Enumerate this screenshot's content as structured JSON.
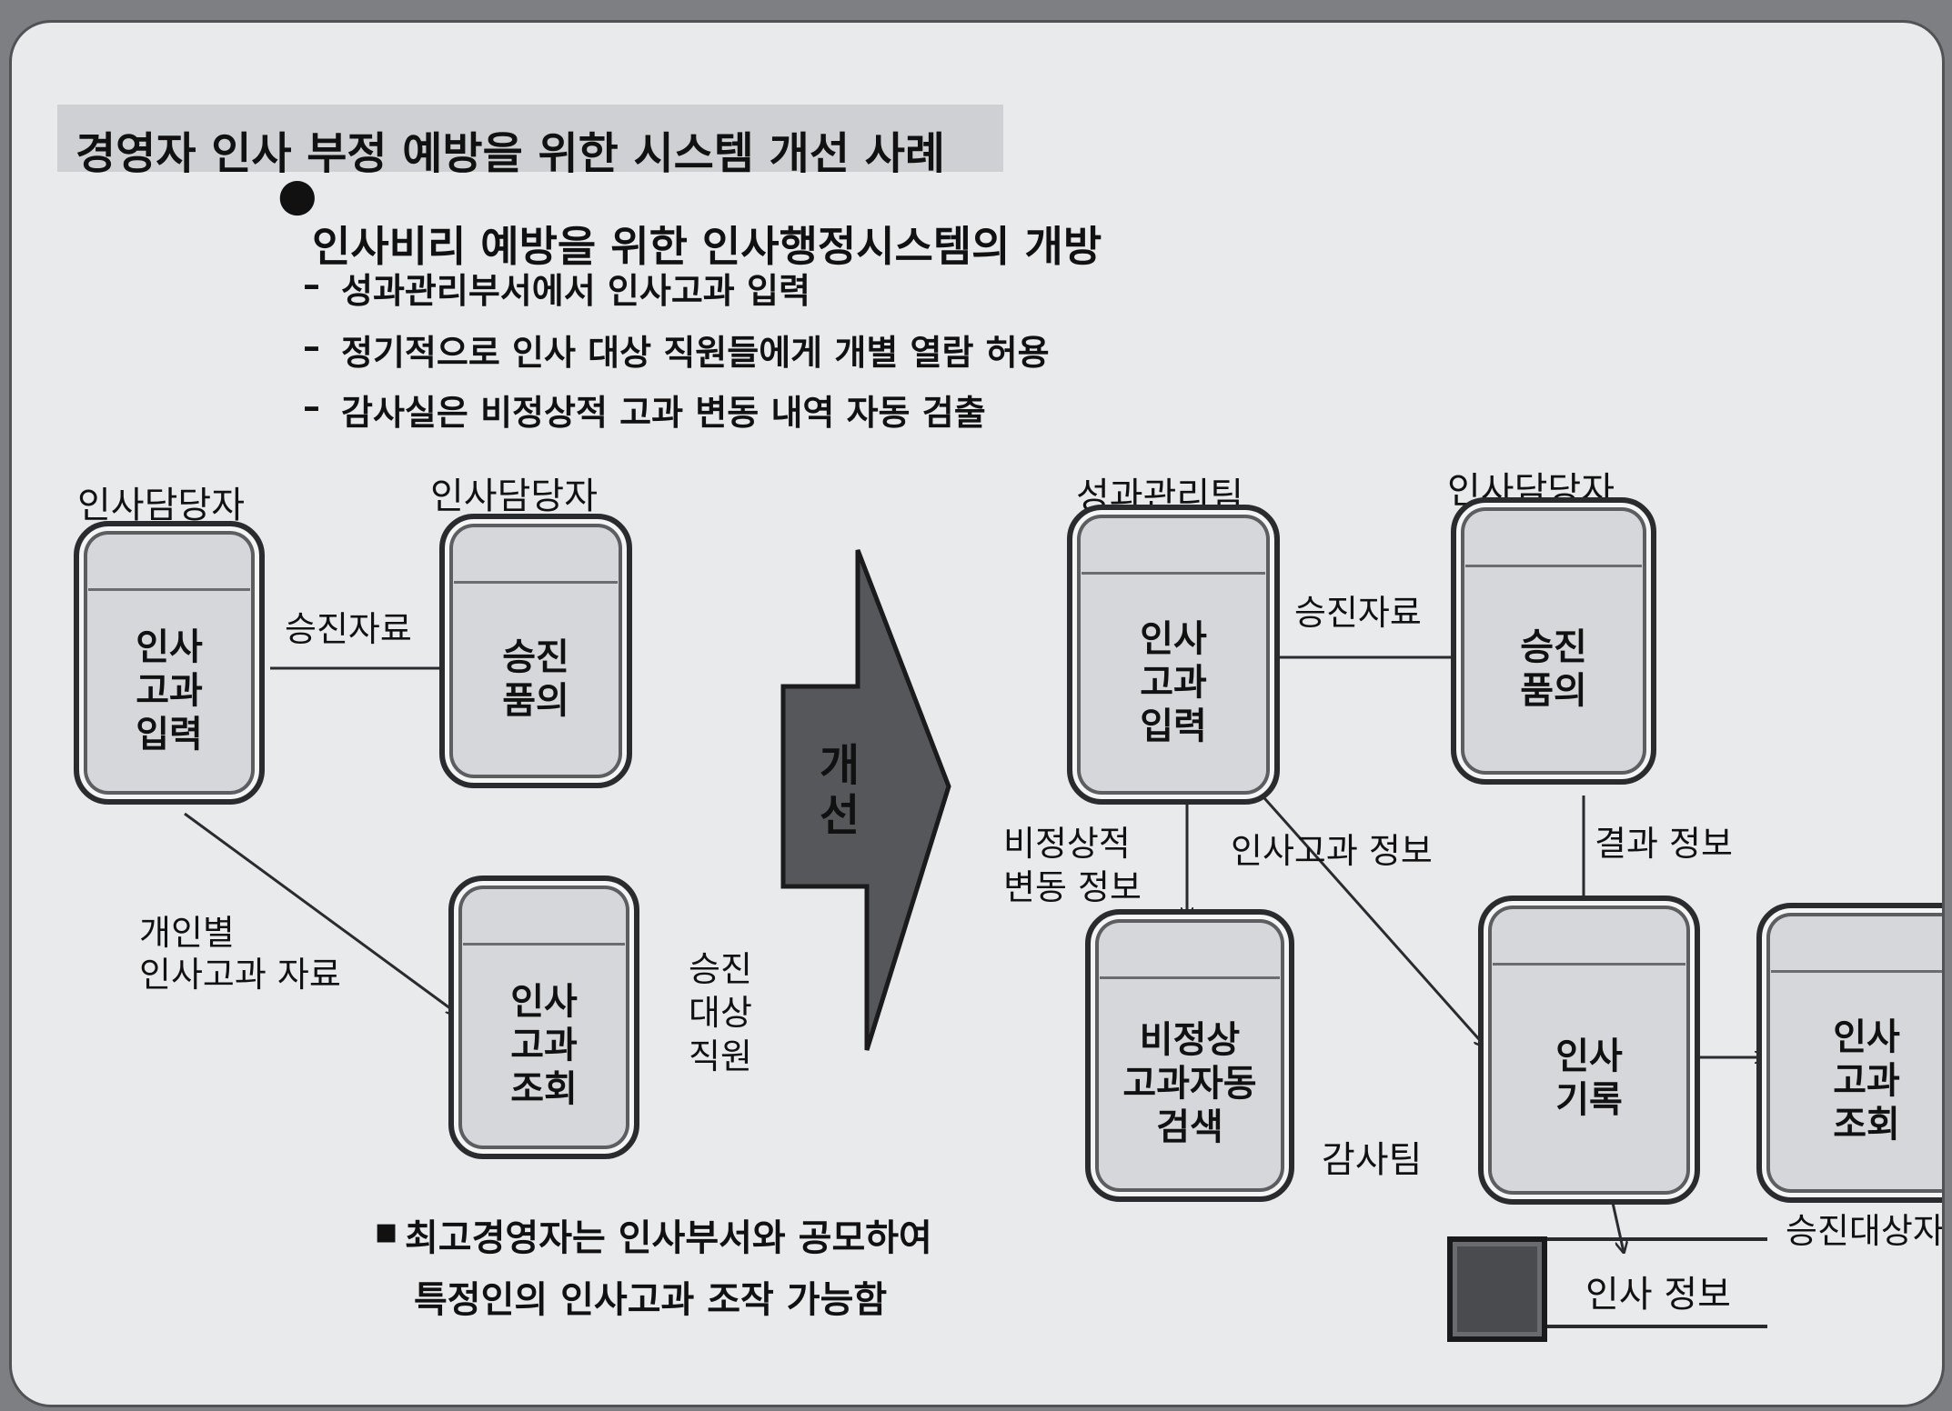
{
  "title": "경영자 인사 부정 예방을 위한 시스템 개선 사례",
  "subtitle": "인사비리 예방을 위한 인사행정시스템의 개방",
  "items": [
    "성과관리부서에서 인사고과 입력",
    "정기적으로 인사 대상 직원들에게 개별 열람 허용",
    "감사실은 비정상적 고과 변동 내역 자동 검출"
  ],
  "before": {
    "role_1": "인사담당자",
    "role_2": "인사담당자",
    "node_input": "인사\n고과\n입력",
    "node_promo": "승진\n품의",
    "node_view": "인사\n고과\n조회",
    "edge_promo": "승진자료",
    "edge_personal_1": "개인별",
    "edge_personal_2": "인사고과 자료",
    "target_1": "승진",
    "target_2": "대상",
    "target_3": "직원"
  },
  "arrow_label": "개\n선",
  "after": {
    "role_perf": "성과관리팀",
    "role_hr": "인사담당자",
    "node_input": "인사\n고과\n입력",
    "node_promo": "승진\n품의",
    "node_anomaly": "비정상\n고과자동\n검색",
    "node_record": "인사\n기록",
    "node_view": "인사\n고과\n조회",
    "edge_promo": "승진자료",
    "edge_abnormal_1": "비정상적",
    "edge_abnormal_2": "변동 정보",
    "edge_info": "인사고과 정보",
    "edge_result": "결과 정보",
    "audit": "감사팀",
    "target": "승진대상자"
  },
  "footnote": [
    "최고경영자는 인사부서와 공모하여",
    "특정인의 인사고과 조작 가능함"
  ],
  "legend": "인사 정보",
  "colors": {
    "page": "#e9eaec",
    "node": "#d6d7da",
    "arrow": "#56575b"
  }
}
